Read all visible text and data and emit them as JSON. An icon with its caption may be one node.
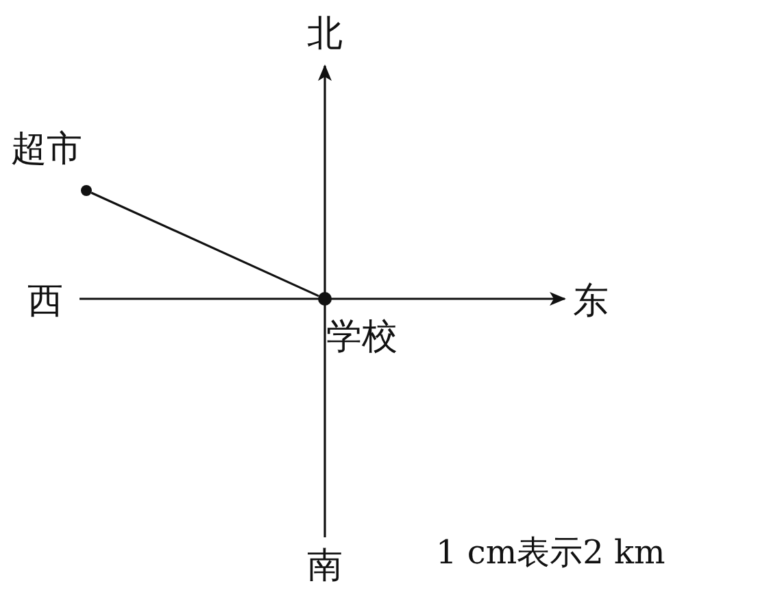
{
  "diagram": {
    "nodes": [
      {
        "text": [
          "超市"
        ]
      },
      {
        "text": [
          "学校"
        ]
      }
    ],
    "edges": [
      {
        "from": 0,
        "to": 1,
        "arrow": "none"
      }
    ],
    "labels": [
      "北",
      "西",
      "东",
      "南",
      "1 cm表示2 km"
    ]
  }
}
